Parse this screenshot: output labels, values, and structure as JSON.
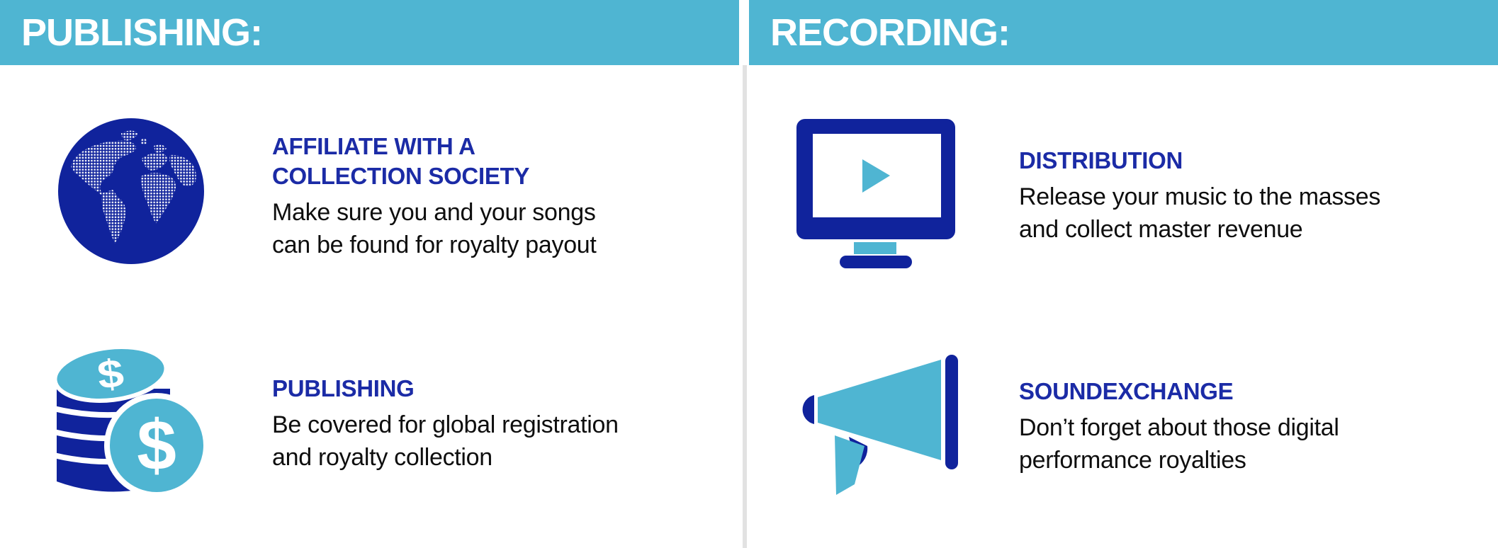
{
  "colors": {
    "cyan": "#4FB5D2",
    "navy": "#10239C",
    "heading_blue": "#1B2BA6",
    "divider": "#E2E2E2",
    "text": "#0E0E0E",
    "white": "#FFFFFF"
  },
  "columns": [
    {
      "header": "PUBLISHING:",
      "items": [
        {
          "icon": "globe-icon",
          "title": "AFFILIATE WITH A\nCOLLECTION SOCIETY",
          "description": "Make sure you and your songs\ncan be found for royalty payout"
        },
        {
          "icon": "coin-stack-icon",
          "title": "PUBLISHING",
          "description": "Be covered for global registration\nand royalty collection"
        }
      ]
    },
    {
      "header": "RECORDING:",
      "items": [
        {
          "icon": "monitor-play-icon",
          "title": "DISTRIBUTION",
          "description": "Release your music to the masses\nand collect master revenue"
        },
        {
          "icon": "megaphone-icon",
          "title": "SOUNDEXCHANGE",
          "description": "Don’t forget about those digital\nperformance royalties"
        }
      ]
    }
  ]
}
